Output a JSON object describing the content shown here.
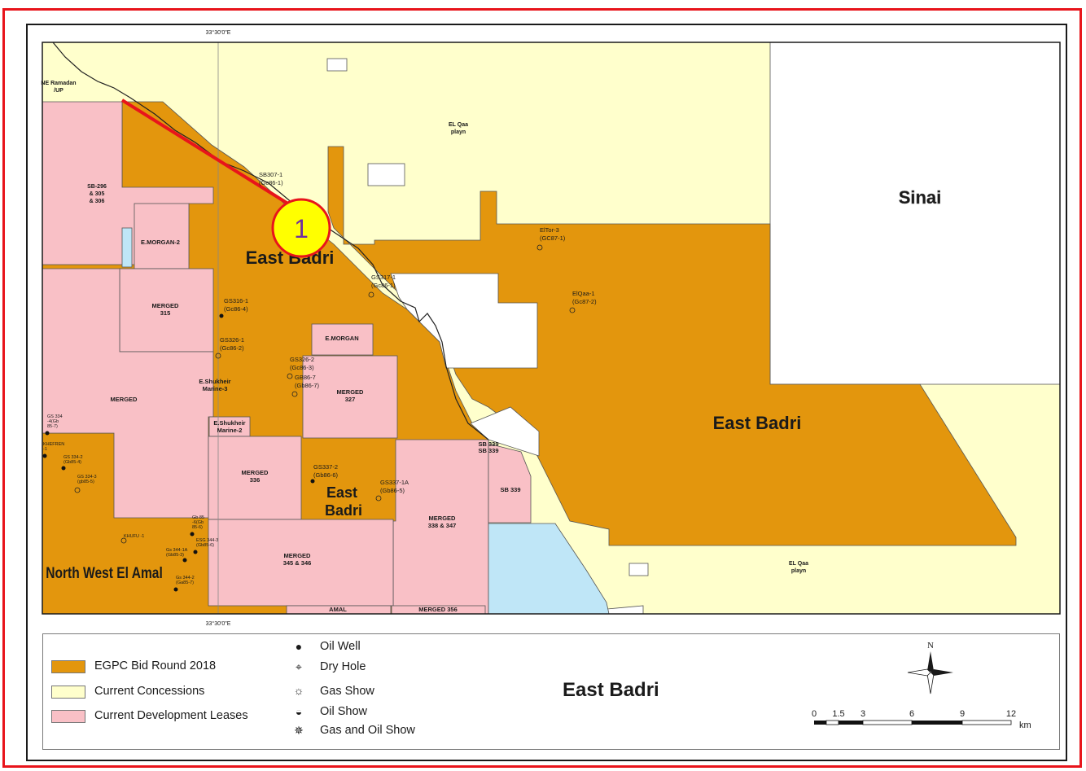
{
  "colors": {
    "bid_round": "#e3960d",
    "concessions": "#ffffcc",
    "dev_leases": "#f9c0c6",
    "water": "#bfe6f7",
    "annotation": "#e8141b",
    "marker_fill": "#ffff00",
    "marker_text": "#7030a0"
  },
  "map": {
    "coord_label_top": "33°30'0\"E",
    "coord_label_bottom": "33°30'0\"E",
    "marker_number": "1",
    "labels": {
      "ne_ramadan": [
        "NE Ramadan",
        "/UP"
      ],
      "el_qaa_plain_top": [
        "EL Qaa",
        "playn"
      ],
      "el_qaa_plain_bottom": [
        "EL Qaa",
        "playn"
      ],
      "sinai": "Sinai",
      "east_badri_main": "East Badri",
      "east_badri_east": "East Badri",
      "east_badri_small": [
        "East",
        "Badri"
      ],
      "north_west_el_amal": "North West El Amal",
      "sb296": [
        "SB-296",
        "& 305",
        "& 306"
      ],
      "e_morgan_2": "E.MORGAN-2",
      "merged_315": [
        "MERGED",
        "315"
      ],
      "merged_west": "MERGED",
      "e_morgan": "E.MORGAN",
      "merged_327": [
        "MERGED",
        "327"
      ],
      "e_shukheir_3": [
        "E.Shukheir",
        "Marine-3"
      ],
      "e_shukheir_2": [
        "E.Shukheir",
        "Marine-2"
      ],
      "merged_336": [
        "MERGED",
        "336"
      ],
      "merged_338_347": [
        "MERGED",
        "338 & 347"
      ],
      "merged_345_346": [
        "MERGED",
        "345 & 346"
      ],
      "amal": "AMAL",
      "merged_356": "MERGED 356",
      "sb339": "SB 339",
      "sb339_pair": [
        "SB 339",
        "SB 339"
      ]
    },
    "wells": {
      "sb307": [
        "SB307-1",
        "(Gc86-1)"
      ],
      "gs317": [
        "GS317-1",
        "(Gc86-1)"
      ],
      "eltor3": [
        "ElTor-3",
        "(GC87-1)"
      ],
      "elqaa1": [
        "ElQaa-1",
        "(Gc87-2)"
      ],
      "gs316": [
        "GS316-1",
        "(Gc86-4)"
      ],
      "gs326_1": [
        "GS326-1",
        "(Gc86-2)"
      ],
      "gs326_2": [
        "GS326-2",
        "(Gc86-3)"
      ],
      "gb86_7": [
        "GB86-7",
        "(Gb86-7)"
      ],
      "gs337_2": [
        "GS337-2",
        "(Gb86-6)"
      ],
      "gs337_1a": [
        "GS337-1A",
        "(Gb86-5)"
      ],
      "gs334": [
        "GS 334",
        "-4(Gb",
        "85-7)"
      ],
      "khefren": [
        "KHEFREN",
        "-1"
      ],
      "gs334_2": [
        "GS 334-2",
        "(Gb85-4)"
      ],
      "gs334_3": [
        "GS 334-3",
        "(gb85-5)"
      ],
      "khufu": "KHUFU -1",
      "gb85": [
        "Gb 85",
        "-6(Gb",
        "85-6)"
      ],
      "esg344_3": [
        "ESG 344-3",
        "(Gb85-6)"
      ],
      "gs344_1a": [
        "Gs 344-1A",
        "(Gb85-3)"
      ],
      "gs344_2": [
        "Gs 344-2",
        "(Ga85-7)"
      ]
    }
  },
  "legend": {
    "areas": [
      {
        "label": "EGPC Bid Round 2018",
        "color": "#e3960d"
      },
      {
        "label": "Current Concessions",
        "color": "#ffffcc"
      },
      {
        "label": "Current Development Leases",
        "color": "#f9c0c6"
      }
    ],
    "symbols": [
      {
        "label": "Oil Well",
        "glyph": "●"
      },
      {
        "label": "Dry Hole",
        "glyph": "⌖"
      },
      {
        "label": "Gas Show",
        "glyph": "☼"
      },
      {
        "label": "Oil Show",
        "glyph": "◒"
      },
      {
        "label": "Gas and Oil Show",
        "glyph": "✵"
      }
    ],
    "title": "East Badri",
    "north": "N",
    "scale_ticks": [
      "0",
      "1.5",
      "3",
      "6",
      "9",
      "12"
    ],
    "scale_unit": "km"
  }
}
